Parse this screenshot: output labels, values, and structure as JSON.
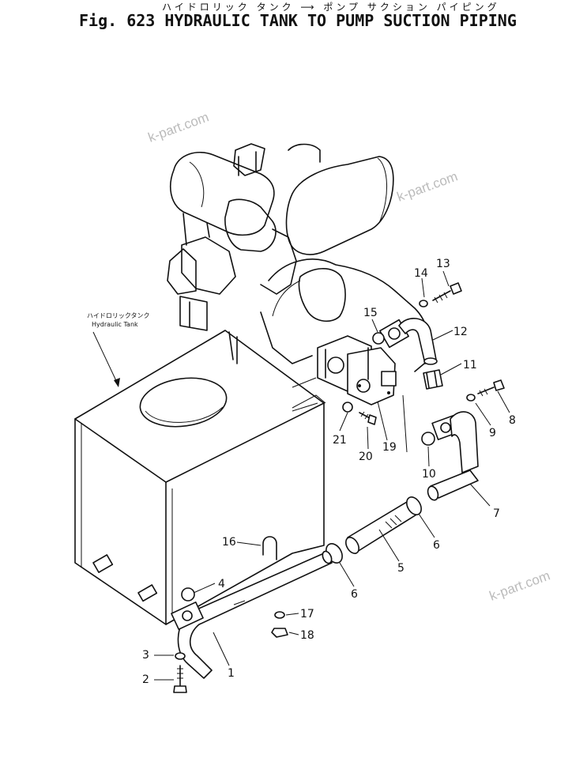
{
  "figure": {
    "japanese_title": "ハイドロリック タンク ⟶ ポンプ サクション パイピング",
    "title": "Fig. 623  HYDRAULIC TANK TO PUMP SUCTION PIPING"
  },
  "tank_label": {
    "japanese": "ハイドロリックタンク",
    "english": "Hydraulic Tank"
  },
  "watermark": "k-part.com",
  "callouts": [
    "1",
    "2",
    "3",
    "4",
    "5",
    "6",
    "6",
    "7",
    "8",
    "9",
    "10",
    "11",
    "12",
    "13",
    "14",
    "15",
    "16",
    "17",
    "18",
    "19",
    "20",
    "21"
  ]
}
